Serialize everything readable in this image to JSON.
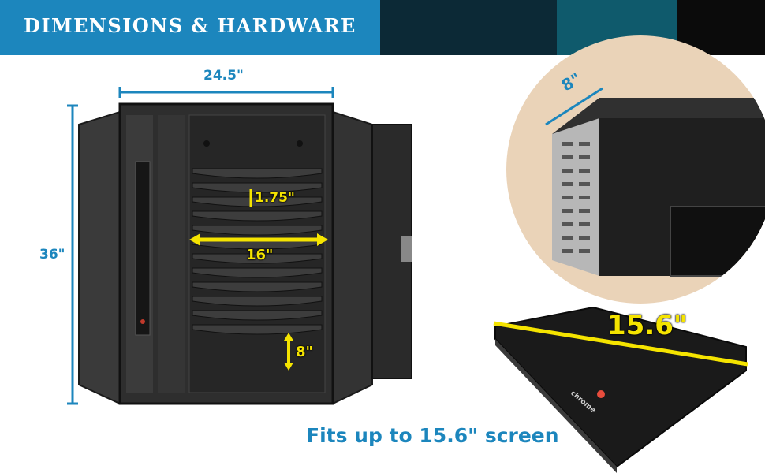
{
  "header": {
    "title": "DIMENSIONS & HARDWARE"
  },
  "dimensions": {
    "width": "24.5\"",
    "height": "36\"",
    "depth": "8\"",
    "slot_spacing": "1.75\"",
    "slot_width": "16\"",
    "bottom_slot": "8\""
  },
  "laptop": {
    "screen_size": "15.6\"",
    "brand_text": "chrome"
  },
  "footer": {
    "text": "Fits up to 15.6\" screen"
  },
  "colors": {
    "accent_blue": "#1c86bd",
    "dimension_yellow": "#f5e400",
    "cabinet": "#2b2b2b"
  }
}
